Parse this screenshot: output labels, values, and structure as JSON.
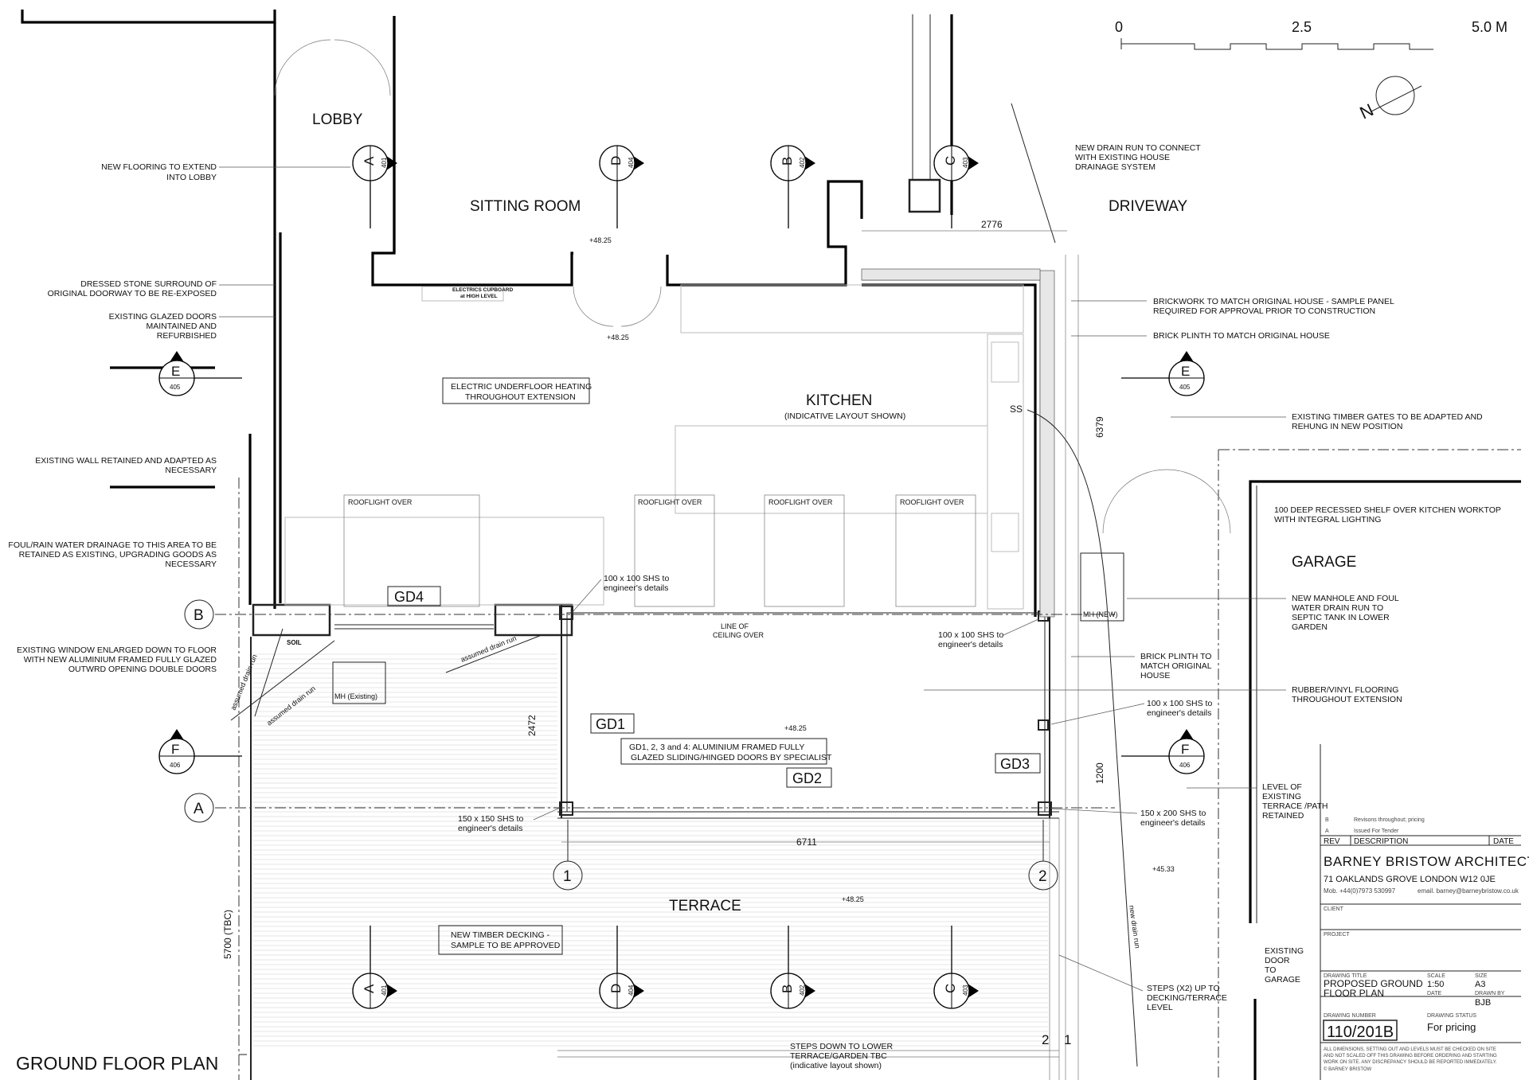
{
  "drawing": {
    "title": "GROUND FLOOR PLAN",
    "scale_bar": {
      "labels": [
        "0",
        "2.5",
        "5.0 M"
      ]
    }
  },
  "rooms": {
    "lobby": "LOBBY",
    "sitting_room": "SITTING ROOM",
    "driveway": "DRIVEWAY",
    "kitchen": "KITCHEN",
    "kitchen_sub": "(INDICATIVE LAYOUT SHOWN)",
    "garage": "GARAGE",
    "terrace": "TERRACE"
  },
  "sections": {
    "A": "A",
    "A_num": "401",
    "B": "B",
    "B_num": "402",
    "C": "C",
    "C_num": "403",
    "D": "D",
    "D_num": "404",
    "E": "E",
    "E_num": "405",
    "F": "F",
    "F_num": "406"
  },
  "grid": {
    "A": "A",
    "B": "B",
    "one": "1",
    "two": "2",
    "two_b": "2",
    "one_b": "1"
  },
  "doors": {
    "gd1": "GD1",
    "gd2": "GD2",
    "gd3": "GD3",
    "gd4": "GD4"
  },
  "levels": {
    "l1": "+48.25",
    "l2": "+48.25",
    "l3": "+48.25",
    "l4": "+48.25",
    "l5": "+45.33"
  },
  "dims": {
    "d2776": "2776",
    "d6379": "6379",
    "d2472": "2472",
    "d6711": "6711",
    "d1200": "1200",
    "d5700": "5700 (TBC)"
  },
  "labels": {
    "electrics_1": "ELECTRICS CUPBOARD",
    "electrics_2": "at HIGH LEVEL",
    "rooflight_1": "ROOFLIGHT OVER",
    "rooflight_2": "ROOFLIGHT OVER",
    "rooflight_3": "ROOFLIGHT OVER",
    "rooflight_4": "ROOFLIGHT OVER",
    "ss": "SS",
    "soil": "SOIL",
    "mh_new": "MH (NEW)",
    "mh_existing": "MH (Existing)",
    "ceiling_1": "LINE OF",
    "ceiling_2": "CEILING OVER",
    "drain_1": "assumed drain run",
    "drain_2": "assumed drain run",
    "drain_3": "assumed drain run",
    "new_drain": "new drain run"
  },
  "boxes": {
    "heating_1": "ELECTRIC UNDERFLOOR HEATING",
    "heating_2": "THROUGHOUT EXTENSION",
    "gd_note_1": "GD1, 2, 3 and 4:  ALUMINIUM FRAMED FULLY",
    "gd_note_2": "GLAZED SLIDING/HINGED DOORS BY SPECIALIST",
    "decking_1": "NEW TIMBER DECKING -",
    "decking_2": "SAMPLE TO BE APPROVED"
  },
  "notes_left": {
    "n1a": "NEW FLOORING TO EXTEND",
    "n1b": "INTO LOBBY",
    "n2a": "DRESSED STONE SURROUND OF",
    "n2b": "ORIGINAL DOORWAY TO BE RE-EXPOSED",
    "n3a": "EXISTING GLAZED DOORS",
    "n3b": "MAINTAINED AND",
    "n3c": "REFURBISHED",
    "n4a": "EXISTING  WALL RETAINED AND ADAPTED AS",
    "n4b": "NECESSARY",
    "n5a": "FOUL/RAIN WATER DRAINAGE TO THIS AREA TO BE",
    "n5b": "RETAINED AS EXISTING, UPGRADING GOODS AS",
    "n5c": "NECESSARY",
    "n6a": "EXISTING WINDOW ENLARGED DOWN TO FLOOR",
    "n6b": "WITH NEW ALUMINIUM FRAMED FULLY GLAZED",
    "n6c": "OUTWRD OPENING DOUBLE DOORS"
  },
  "notes_right": {
    "r1a": "NEW DRAIN RUN TO CONNECT",
    "r1b": "WITH EXISTING HOUSE",
    "r1c": "DRAINAGE SYSTEM",
    "r2a": "BRICKWORK TO MATCH ORIGINAL HOUSE - SAMPLE PANEL",
    "r2b": "REQUIRED FOR APPROVAL PRIOR TO CONSTRUCTION",
    "r3a": "BRICK PLINTH TO MATCH ORIGINAL HOUSE",
    "r4a": "EXISTING TIMBER GATES TO BE ADAPTED AND",
    "r4b": "REHUNG IN NEW POSITION",
    "r5a": "100 DEEP RECESSED SHELF OVER KITCHEN WORKTOP",
    "r5b": "WITH INTEGRAL LIGHTING",
    "r6a": "NEW MANHOLE AND FOUL",
    "r6b": "WATER DRAIN RUN TO",
    "r6c": "SEPTIC TANK IN LOWER",
    "r6d": "GARDEN",
    "r7a": "BRICK PLINTH TO",
    "r7b": "MATCH ORIGINAL",
    "r7c": "HOUSE",
    "r8a": "RUBBER/VINYL FLOORING",
    "r8b": "THROUGHOUT EXTENSION",
    "r9a": "LEVEL OF",
    "r9b": "EXISTING",
    "r9c": "TERRACE /PATH",
    "r9d": "RETAINED",
    "r10a": "EXISTING",
    "r10b": "DOOR",
    "r10c": "TO",
    "r10d": "GARAGE",
    "r11a": "STEPS (X2) UP TO",
    "r11b": "DECKING/TERRACE",
    "r11c": "LEVEL",
    "r12a": "STEPS DOWN TO LOWER",
    "r12b": "TERRACE/GARDEN TBC",
    "r12c": "(indicative layout shown)"
  },
  "shs": {
    "s1a": "100 x 100 SHS to",
    "s1b": "engineer's details",
    "s2a": "100 x 100 SHS to",
    "s2b": "engineer's details",
    "s3a": "100 x 100 SHS to",
    "s3b": "engineer's details",
    "s4a": "150 x 150 SHS to",
    "s4b": "engineer's details",
    "s5a": "150 x 200 SHS to",
    "s5b": "engineer's details"
  },
  "title_block": {
    "rev_b": "B",
    "rev_b_desc": "Revisons throughout; pricing",
    "rev_a": "A",
    "rev_a_desc": "Issued For Tender",
    "rev_h": "REV",
    "desc_h": "DESCRIPTION",
    "date_h": "DATE",
    "firm": "BARNEY BRISTOW ARCHITECTS",
    "address": "71 OAKLANDS GROVE   LONDON   W12 0JE",
    "mob": "Mob. +44(0)7973 530997",
    "email": "email. barney@barneybristow.co.uk",
    "client": "CLIENT",
    "project": "PROJECT",
    "dt_label": "DRAWING TITLE",
    "dt_1": "PROPOSED GROUND",
    "dt_2": "FLOOR PLAN",
    "scale_label": "SCALE",
    "scale": "1:50",
    "size_label": "SIZE",
    "size": "A3",
    "date_label": "DATE",
    "drawn_label": "DRAWN BY",
    "drawn": "BJB",
    "num_label": "DRAWING NUMBER",
    "num": "110/201B",
    "status_label": "DRAWING STATUS",
    "status": "For pricing",
    "disc_1": "ALL DIMENSIONS, SETTING OUT AND LEVELS MUST BE CHECKED ON SITE",
    "disc_2": "AND NOT SCALED OFF THIS DRAWING BEFORE ORDERING AND STARTING",
    "disc_3": "WORK ON SITE. ANY DISCREPANCY SHOULD BE REPORTED IMMEDIATELY.",
    "copy": "© BARNEY BRISTOW"
  }
}
